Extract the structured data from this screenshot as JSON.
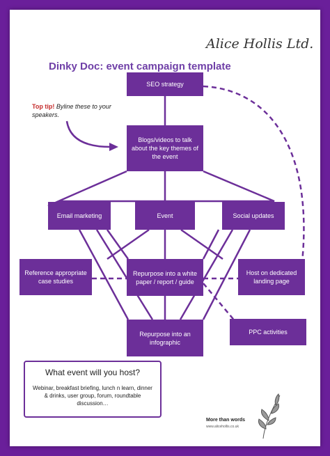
{
  "brand": "Alice Hollis Ltd.",
  "title": "Dinky Doc: event campaign template",
  "tip": {
    "label": "Top tip!",
    "text": "Byline these to your speakers."
  },
  "nodes": {
    "seo": "SEO strategy",
    "blogs": "Blogs/videos to talk about the key themes of the event",
    "email": "Email marketing",
    "event": "Event",
    "social": "Social updates",
    "case_studies": "Reference appropriate case studies",
    "white_paper": "Repurpose into a white paper / report / guide",
    "landing": "Host on dedicated landing page",
    "ppc": "PPC activities",
    "infographic": "Repurpose into an infographic"
  },
  "question": {
    "heading": "What event will you host?",
    "answer": "Webinar, breakfast briefing, lunch n learn, dinner & drinks, user group, forum, roundtable discussion…"
  },
  "footer": {
    "logo_text": "More than words",
    "logo_url": "www.alicehollis.co.uk"
  },
  "colors": {
    "frame": "#6a1f9a",
    "box": "#6c2f99",
    "title": "#6f3fa7",
    "tip_label": "#c42b2b"
  }
}
